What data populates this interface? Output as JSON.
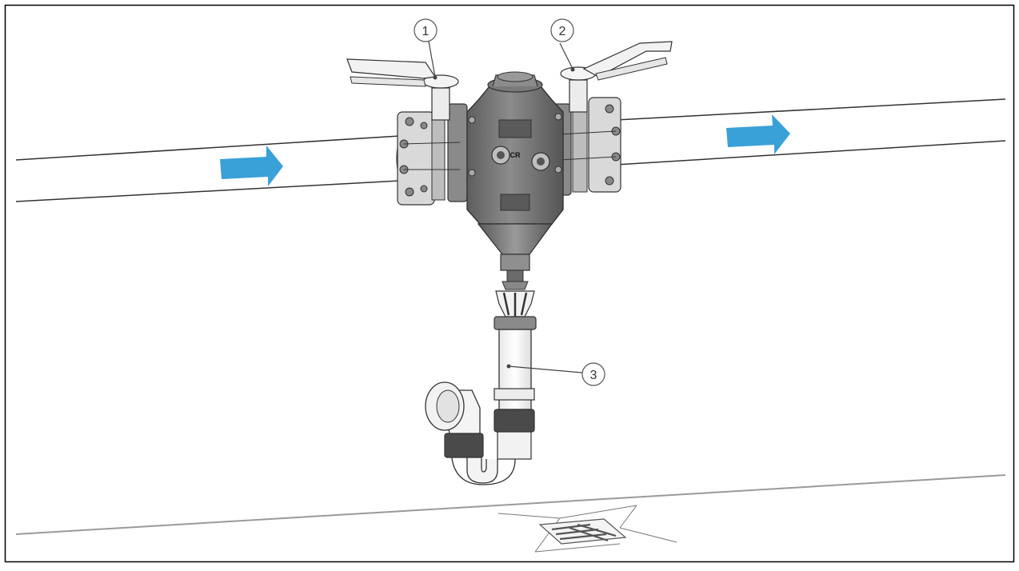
{
  "callouts": [
    {
      "id": "1",
      "label": "1"
    },
    {
      "id": "2",
      "label": "2"
    },
    {
      "id": "3",
      "label": "3"
    }
  ],
  "valve_marking": "CR",
  "flow_direction": "left-to-right",
  "colors": {
    "flow_arrow": "#3aa0d8",
    "filter_body": "#6e6e6e",
    "filter_body_light": "#9a9a9a",
    "flange": "#8a8a8a",
    "line": "#333333",
    "floor_line": "#9a9a9a",
    "frame": "#000000"
  }
}
